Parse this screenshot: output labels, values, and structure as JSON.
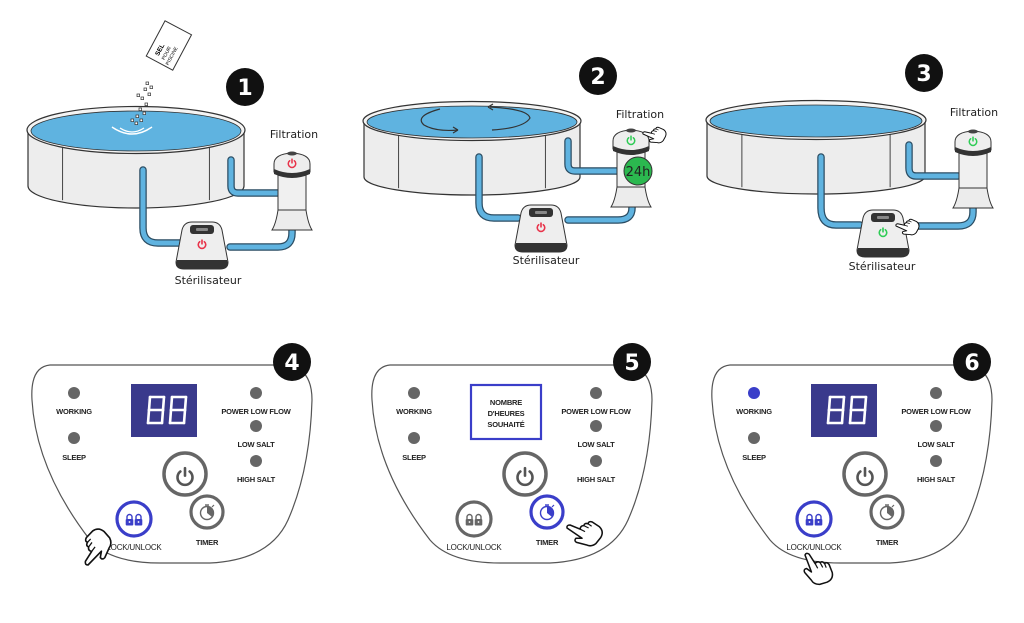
{
  "title": "Installation et mise en service du stérilisateur au sel",
  "colors": {
    "water": "#5fb3e0",
    "pipe": "#5fb3e0",
    "power_red": "#e8334a",
    "power_green": "#2ecc55",
    "badge_green": "#2bb84f",
    "accent_blue": "#3a3ec9",
    "display_bg": "#3a3a8c",
    "led_grey": "#666666",
    "step_badge": "#111111"
  },
  "steps": [
    {
      "number": "1",
      "labels": {
        "filtration": "Filtration",
        "sterilizer": "Stérilisateur"
      },
      "salt_bag": {
        "line1": "SEL",
        "line2": "POUR",
        "line3": "PISCINE"
      },
      "filtration_power": "off",
      "sterilizer_power": "off"
    },
    {
      "number": "2",
      "labels": {
        "filtration": "Filtration",
        "sterilizer": "Stérilisateur"
      },
      "timer_badge": "24h",
      "filtration_power": "on",
      "sterilizer_power": "off"
    },
    {
      "number": "3",
      "labels": {
        "filtration": "Filtration",
        "sterilizer": "Stérilisateur"
      },
      "filtration_power": "on",
      "sterilizer_power": "on"
    },
    {
      "number": "4",
      "display": "88",
      "active_button": "lock",
      "working_led": "off"
    },
    {
      "number": "5",
      "display_text": {
        "line1": "NOMBRE",
        "line2": "D'HEURES",
        "line3": "SOUHAITÉ"
      },
      "active_button": "timer",
      "working_led": "off"
    },
    {
      "number": "6",
      "display": "88",
      "active_button": "lock",
      "working_led": "on"
    }
  ],
  "panel_labels": {
    "working": "WORKING",
    "sleep": "SLEEP",
    "power_low_flow": "POWER LOW FLOW",
    "low_salt": "LOW SALT",
    "high_salt": "HIGH SALT",
    "lock_unlock": "LOCK/UNLOCK",
    "timer": "TIMER"
  }
}
